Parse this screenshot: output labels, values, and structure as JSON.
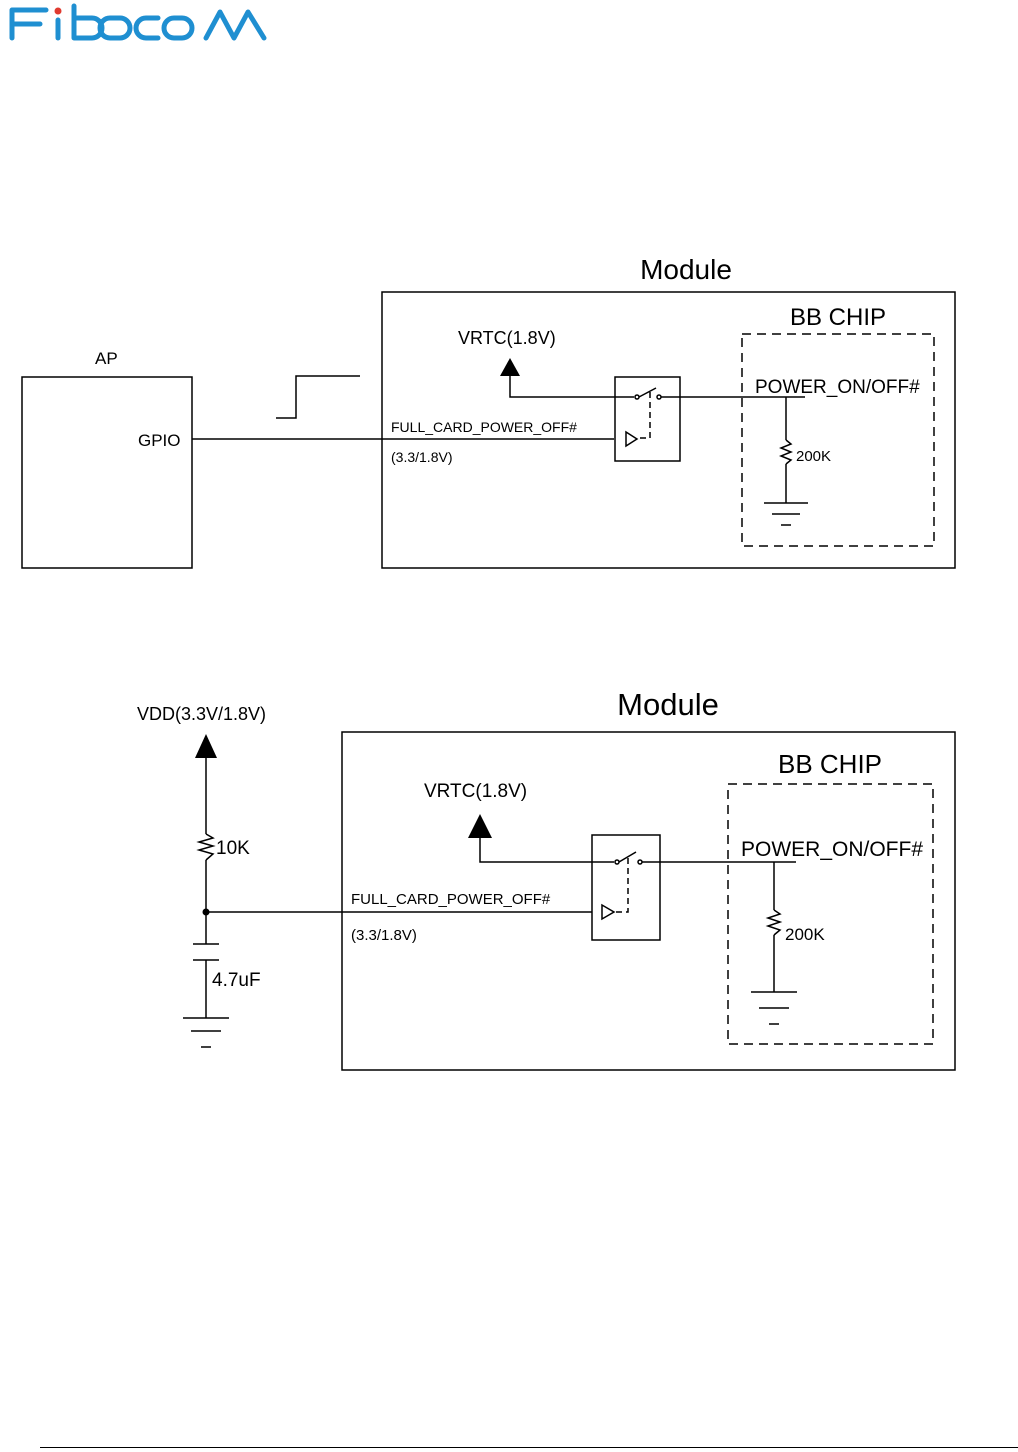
{
  "brand": {
    "name": "Fibocom",
    "color": "#1f8fd1"
  },
  "diagram1": {
    "module_title": "Module",
    "bb_chip_label": "BB CHIP",
    "ap_label": "AP",
    "gpio_label": "GPIO",
    "vrtc_label": "VRTC(1.8V)",
    "signal_label": "FULL_CARD_POWER_OFF#",
    "voltage_label": "(3.3/1.8V)",
    "power_pin_label": "POWER_ON/OFF#",
    "resistor_label": "200K"
  },
  "diagram2": {
    "module_title": "Module",
    "bb_chip_label": "BB CHIP",
    "vdd_label": "VDD(3.3V/1.8V)",
    "pullup_label": "10K",
    "cap_label": "4.7uF",
    "vrtc_label": "VRTC(1.8V)",
    "signal_label": "FULL_CARD_POWER_OFF#",
    "voltage_label": "(3.3/1.8V)",
    "power_pin_label": "POWER_ON/OFF#",
    "resistor_label": "200K"
  }
}
